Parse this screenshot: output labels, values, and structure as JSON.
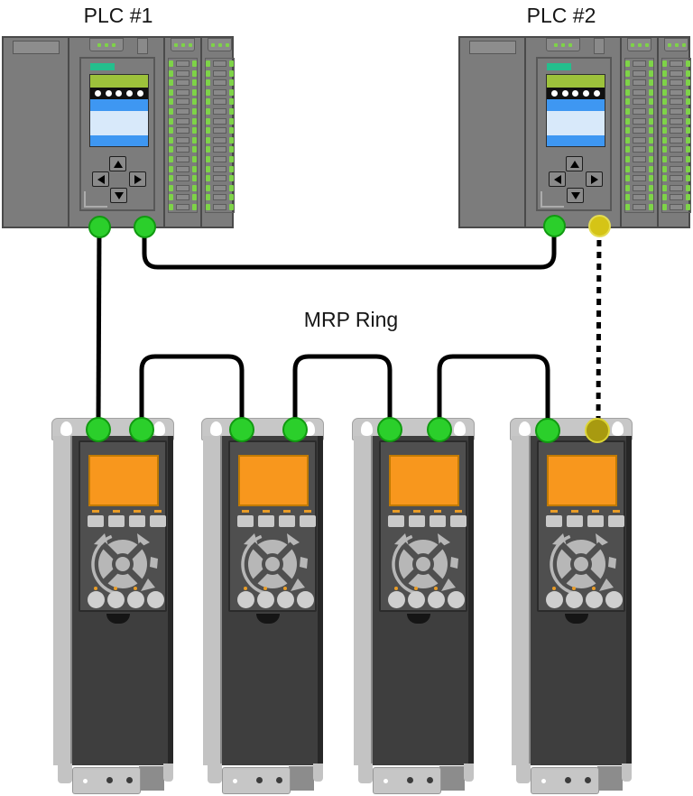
{
  "labels": {
    "plc1": "PLC #1",
    "plc2": "PLC #2",
    "ring": "MRP Ring"
  },
  "colors": {
    "port_active": "#2BCF2B",
    "port_active_border": "#119A11",
    "port_blocked_plc": "#D5C416",
    "port_blocked_plc_border": "#E4DC52",
    "port_blocked_drive": "#A89A10",
    "port_blocked_drive_border": "#DCD535",
    "cable": "#000000",
    "plc_body": "#7C7C7C",
    "drive_body": "#3E3E3E",
    "drive_display_orange": "#F8971D",
    "led_green": "#7ED348",
    "screen_teal": "#24BF8D",
    "screen_bar_green": "#9DC23B",
    "screen_blue": "#3E97F2"
  },
  "diagram": {
    "ring_protocol": "MRP Ring",
    "devices": [
      {
        "id": "plc1",
        "type": "plc",
        "label": "PLC #1",
        "ports": [
          {
            "id": "p1",
            "status": "active"
          },
          {
            "id": "p2",
            "status": "active"
          }
        ]
      },
      {
        "id": "plc2",
        "type": "plc",
        "label": "PLC #2",
        "ports": [
          {
            "id": "p1",
            "status": "active"
          },
          {
            "id": "p2",
            "status": "blocked"
          }
        ]
      },
      {
        "id": "drive1",
        "type": "vfd-drive",
        "ports": [
          {
            "id": "p1",
            "status": "active"
          },
          {
            "id": "p2",
            "status": "active"
          }
        ]
      },
      {
        "id": "drive2",
        "type": "vfd-drive",
        "ports": [
          {
            "id": "p1",
            "status": "active"
          },
          {
            "id": "p2",
            "status": "active"
          }
        ]
      },
      {
        "id": "drive3",
        "type": "vfd-drive",
        "ports": [
          {
            "id": "p1",
            "status": "active"
          },
          {
            "id": "p2",
            "status": "active"
          }
        ]
      },
      {
        "id": "drive4",
        "type": "vfd-drive",
        "ports": [
          {
            "id": "p1",
            "status": "active"
          },
          {
            "id": "p2",
            "status": "blocked"
          }
        ]
      }
    ],
    "connections": [
      {
        "from": "plc1.p1",
        "to": "drive1.p1",
        "style": "solid"
      },
      {
        "from": "plc1.p2",
        "to": "plc2.p1",
        "style": "solid"
      },
      {
        "from": "drive1.p2",
        "to": "drive2.p1",
        "style": "solid"
      },
      {
        "from": "drive2.p2",
        "to": "drive3.p1",
        "style": "solid"
      },
      {
        "from": "drive3.p2",
        "to": "drive4.p1",
        "style": "solid"
      },
      {
        "from": "plc2.p2",
        "to": "drive4.p2",
        "style": "dashed"
      }
    ]
  }
}
